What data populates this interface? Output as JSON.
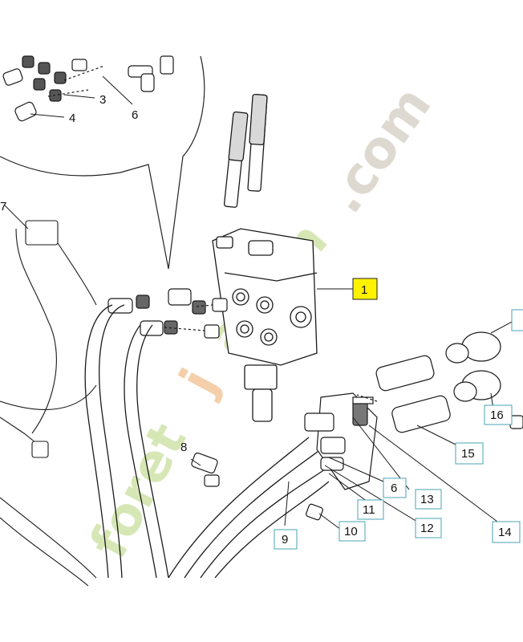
{
  "diagram": {
    "callouts": [
      {
        "id": "c1",
        "label": "1",
        "highlight": true
      },
      {
        "id": "c3",
        "label": "3",
        "boxed": false
      },
      {
        "id": "c4",
        "label": "4",
        "boxed": false
      },
      {
        "id": "c6a",
        "label": "6",
        "boxed": false
      },
      {
        "id": "c7",
        "label": "7",
        "boxed": false
      },
      {
        "id": "c8",
        "label": "8",
        "boxed": false
      },
      {
        "id": "c6b",
        "label": "6",
        "boxed": true
      },
      {
        "id": "c9",
        "label": "9",
        "boxed": true
      },
      {
        "id": "c10",
        "label": "10",
        "boxed": true
      },
      {
        "id": "c11",
        "label": "11",
        "boxed": true
      },
      {
        "id": "c12",
        "label": "12",
        "boxed": true
      },
      {
        "id": "c13",
        "label": "13",
        "boxed": true
      },
      {
        "id": "c14",
        "label": "14",
        "boxed": true
      },
      {
        "id": "c15",
        "label": "15",
        "boxed": true
      },
      {
        "id": "c16",
        "label": "16",
        "boxed": true
      }
    ],
    "colors": {
      "highlight_fill": "#fff200",
      "box_stroke": "#4aa3b5",
      "line": "#1a1a1a",
      "watermark_green": "#cfe3a8",
      "watermark_orange": "#f2c79a",
      "watermark_gray": "#d8d2c8"
    }
  },
  "watermark": {
    "part1": "foret",
    "part2": "j",
    "part3": "ardin",
    "part4": ".com"
  }
}
